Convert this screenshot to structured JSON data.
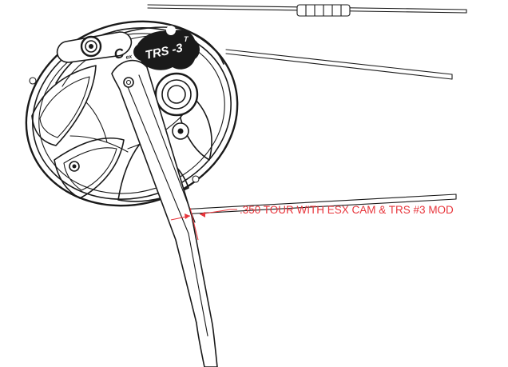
{
  "cam": {
    "brand_mark": "C",
    "brand_sub": "ex",
    "module_label": "TRS -3",
    "module_tag": "T"
  },
  "dimension": {
    "label": ".350 TOUR WITH ESX CAM & TRS #3 MOD",
    "color": "#e8353b"
  },
  "colors": {
    "ink": "#1a1a1a",
    "background": "#ffffff"
  }
}
